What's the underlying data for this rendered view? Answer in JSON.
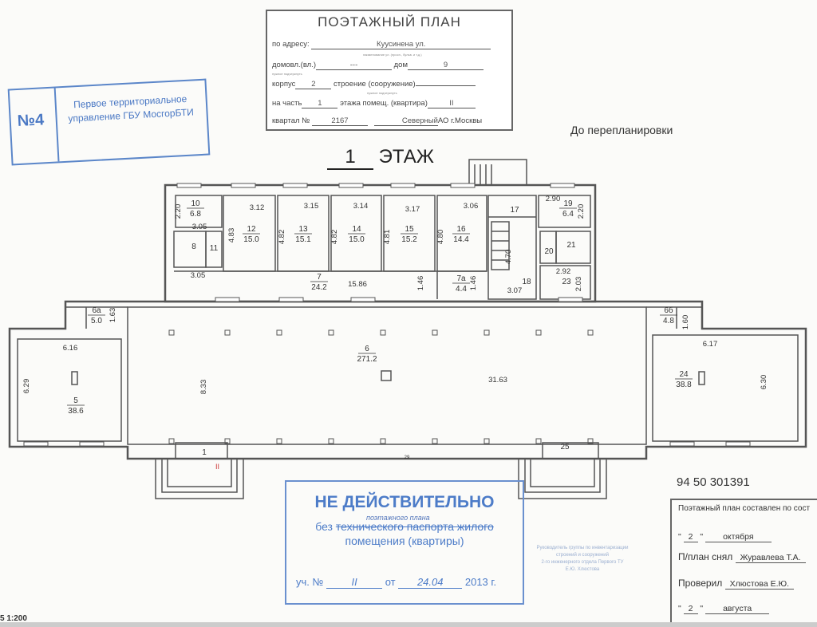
{
  "header": {
    "title": "ПОЭТАЖНЫЙ ПЛАН",
    "address_label": "по адресу:",
    "address_value": "Куусинена ул.",
    "address_hint": "наименование ул. (просп., бульв. и т.д.)",
    "domovl_label": "домовл.(вл.)",
    "domovl_value": "---",
    "domovl_hint": "нужное подчеркнуть",
    "dom_label": "дом",
    "dom_value": "9",
    "korpus_label": "корпус",
    "korpus_value": "2",
    "stroenie_label": "строение (сооружение)",
    "stroenie_hint": "нужное подчеркнуть",
    "part_label": "на часть",
    "part_value": "1",
    "floor_label": "этажа помещ. (квартира)",
    "floor_value": "II",
    "kvartal_label": "квартал №",
    "kvartal_value": "2167",
    "district_value": "Северный",
    "district_suffix": "АО г.Москвы"
  },
  "blue_stamp": {
    "number": "№4",
    "text": "Первое территориальное управление ГБУ МосгорБТИ"
  },
  "note": "До перепланировки",
  "floor_title": {
    "number": "1",
    "label": "ЭТАЖ"
  },
  "plan": {
    "rooms": [
      {
        "no": "10",
        "area": "6.8"
      },
      {
        "no": "8",
        "area": ""
      },
      {
        "no": "11",
        "area": ""
      },
      {
        "no": "12",
        "area": "15.0"
      },
      {
        "no": "13",
        "area": "15.1"
      },
      {
        "no": "14",
        "area": "15.0"
      },
      {
        "no": "15",
        "area": "15.2"
      },
      {
        "no": "16",
        "area": "14.4"
      },
      {
        "no": "17",
        "area": ""
      },
      {
        "no": "19",
        "area": "6.4"
      },
      {
        "no": "21",
        "area": ""
      },
      {
        "no": "20",
        "area": ""
      },
      {
        "no": "23",
        "area": ""
      },
      {
        "no": "7",
        "area": "24.2"
      },
      {
        "no": "7а",
        "area": "4.4"
      },
      {
        "no": "18",
        "area": ""
      },
      {
        "no": "6а",
        "area": "5.0"
      },
      {
        "no": "6б",
        "area": "4.8"
      },
      {
        "no": "6",
        "area": "271.2"
      },
      {
        "no": "1",
        "area": ""
      },
      {
        "no": "25",
        "area": ""
      },
      {
        "no": "5",
        "area": "38.6"
      },
      {
        "no": "24",
        "area": "38.8"
      }
    ],
    "dimensions": [
      "2.20",
      "3.05",
      "3.05",
      "3.12",
      "4.83",
      "3.15",
      "4.82",
      "3.14",
      "4.82",
      "3.17",
      "4.81",
      "3.06",
      "4.80",
      "2.90",
      "2.20",
      "4.70",
      "2.92",
      "2.03",
      "15.86",
      "1.46",
      "1.46",
      "3.07",
      "1.63",
      "1.60",
      "8.33",
      "31.63",
      "6.16",
      "6.29",
      "6.17",
      "6.30",
      "29"
    ],
    "wall_color": "#555555"
  },
  "inventory_number": "94 50 301391",
  "invalid_stamp": {
    "heading": "НЕ ДЕЙСТВИТЕЛЬНО",
    "line1_prefix": "без",
    "line1_struck": "технического паспорта жилого",
    "handwritten_insert": "поэтажного плана",
    "line2": "помещения (квартиры)",
    "reg_label": "уч. №",
    "reg_value": "II",
    "date_label": "от",
    "date_value": "24.04",
    "year": "2013 г.",
    "color": "#4d7cc8"
  },
  "faint_stamp": [
    "Руководитель группы по инвентаризации",
    "строений и сооружений",
    "2-го инженерного отдела Первого ТУ",
    "Е.Ю. Хлюстова"
  ],
  "signoff": {
    "header": "Поэтажный план составлен по сост",
    "date1_day": "2",
    "date1_month": "октября",
    "surveyed_label": "П/план снял",
    "surveyed_value": "Журавлева Т.А.",
    "checked_label": "Проверил",
    "checked_value": "Хлюстова Е.Ю.",
    "date2_day": "2",
    "date2_month": "августа"
  },
  "scale": "5 1:200"
}
